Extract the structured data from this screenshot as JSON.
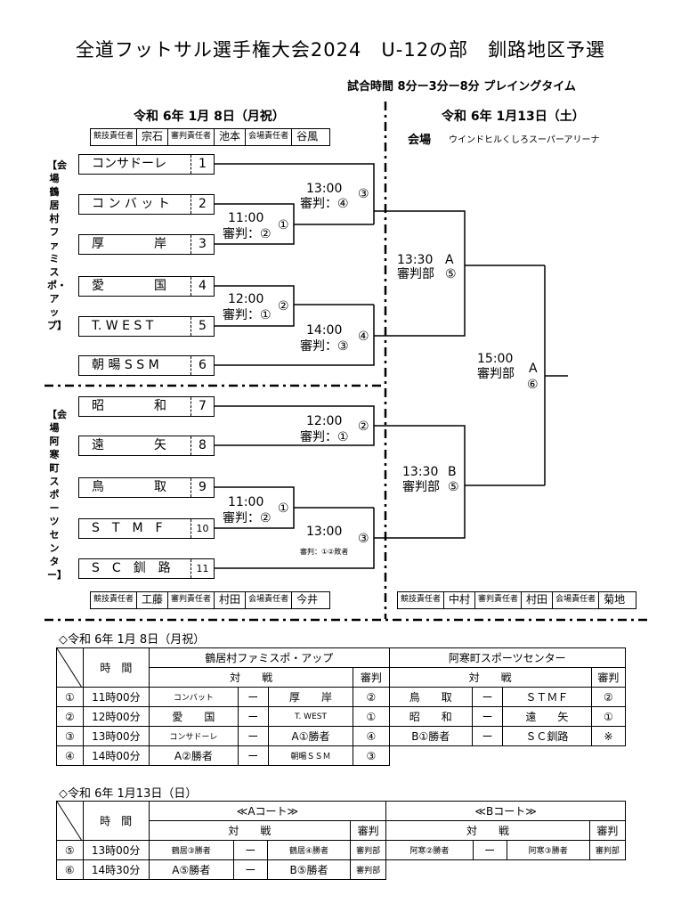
{
  "title": "全道フットサル選手権大会2024　U-12の部　釧路地区予選",
  "match_time": "試合時間 8分ー3分ー8分 プレイングタイム",
  "day1": {
    "date": "令和 6年 1月 8日（月祝）",
    "resp_top": {
      "l1": "競技責任者",
      "n1": "宗石",
      "l2": "審判責任者",
      "n2": "池本",
      "l3": "会場責任者",
      "n3": "谷風"
    },
    "resp_bottom": {
      "l1": "競技責任者",
      "n1": "工藤",
      "l2": "審判責任者",
      "n2": "村田",
      "l3": "会場責任者",
      "n3": "今井"
    },
    "venue1": "【会場 鶴居村ファミスポ・アップ】",
    "venue2": "【会場 阿寒町スポーツセンター】",
    "teams": [
      {
        "name": "コンサドーレ",
        "num": "1"
      },
      {
        "name": "コ ン バ ッ ト",
        "num": "2"
      },
      {
        "name": "厚　　　　岸",
        "num": "3"
      },
      {
        "name": "愛　　　　国",
        "num": "4"
      },
      {
        "name": "T. W E S T",
        "num": "5"
      },
      {
        "name": "朝 暘 S S M",
        "num": "6"
      },
      {
        "name": "昭　　　　和",
        "num": "7"
      },
      {
        "name": "遠　　　　矢",
        "num": "8"
      },
      {
        "name": "鳥　　　　取",
        "num": "9"
      },
      {
        "name": "S　T　M　F",
        "num": "10"
      },
      {
        "name": "S　C　釧　路",
        "num": "11"
      }
    ],
    "matches": [
      {
        "time": "13:00",
        "ref": "審判：④",
        "no": "③"
      },
      {
        "time": "11:00",
        "ref": "審判：②",
        "no": "①"
      },
      {
        "time": "12:00",
        "ref": "審判：①",
        "no": "②"
      },
      {
        "time": "14:00",
        "ref": "審判：③",
        "no": "④"
      },
      {
        "time": "12:00",
        "ref": "審判：①",
        "no": "②"
      },
      {
        "time": "11:00",
        "ref": "審判：②",
        "no": "①"
      },
      {
        "time": "13:00",
        "ref": "審判：①②敗者",
        "no": "③"
      }
    ]
  },
  "day2": {
    "date": "令和 6年 1月13日（土）",
    "venue_label": "会場",
    "venue": "ウインドヒルくしろスーパーアリーナ",
    "matches": [
      {
        "time": "13:30",
        "court": "A",
        "ref": "審判部",
        "no": "⑤"
      },
      {
        "time": "13:30",
        "court": "B",
        "ref": "審判部",
        "no": "⑤"
      },
      {
        "time": "15:00",
        "court": "A",
        "ref": "審判部",
        "no": "⑥"
      }
    ],
    "resp": {
      "l1": "競技責任者",
      "n1": "中村",
      "l2": "審判責任者",
      "n2": "村田",
      "l3": "会場責任者",
      "n3": "菊地"
    }
  },
  "schedule1": {
    "heading": "◇令和 6年 1月 8日（月祝）",
    "time_header": "時　間",
    "venue_a": "鶴居村ファミスポ・アップ",
    "venue_b": "阿寒町スポーツセンター",
    "vs_header": "対　　戦",
    "ref_header": "審判",
    "rows": [
      {
        "no": "①",
        "time": "11時00分",
        "a1": "コンバット",
        "a2": "厚　　岸",
        "aref": "②",
        "b1": "鳥　　取",
        "b2": "ＳＴＭＦ",
        "bref": "②"
      },
      {
        "no": "②",
        "time": "12時00分",
        "a1": "愛　　国",
        "a2": "T. WEST",
        "aref": "①",
        "b1": "昭　　和",
        "b2": "遠　　矢",
        "bref": "①"
      },
      {
        "no": "③",
        "time": "13時00分",
        "a1": "コンサドーレ",
        "a2": "A①勝者",
        "aref": "④",
        "b1": "B①勝者",
        "b2": "ＳＣ釧路",
        "bref": "※"
      },
      {
        "no": "④",
        "time": "14時00分",
        "a1": "A②勝者",
        "a2": "朝暘ＳＳＭ",
        "aref": "③",
        "b1": "",
        "b2": "",
        "bref": ""
      }
    ],
    "dash": "ー"
  },
  "schedule2": {
    "heading": "◇令和 6年 1月13日（日）",
    "time_header": "時　間",
    "court_a": "≪Aコート≫",
    "court_b": "≪Bコート≫",
    "vs_header": "対　　戦",
    "ref_header": "審判",
    "rows": [
      {
        "no": "⑤",
        "time": "13時00分",
        "a1": "鶴居③勝者",
        "a2": "鶴居④勝者",
        "aref": "審判部",
        "b1": "阿寒②勝者",
        "b2": "阿寒③勝者",
        "bref": "審判部"
      },
      {
        "no": "⑥",
        "time": "14時30分",
        "a1": "A⑤勝者",
        "a2": "B⑤勝者",
        "aref": "審判部",
        "b1": "",
        "b2": "",
        "bref": ""
      }
    ],
    "dash": "ー"
  }
}
